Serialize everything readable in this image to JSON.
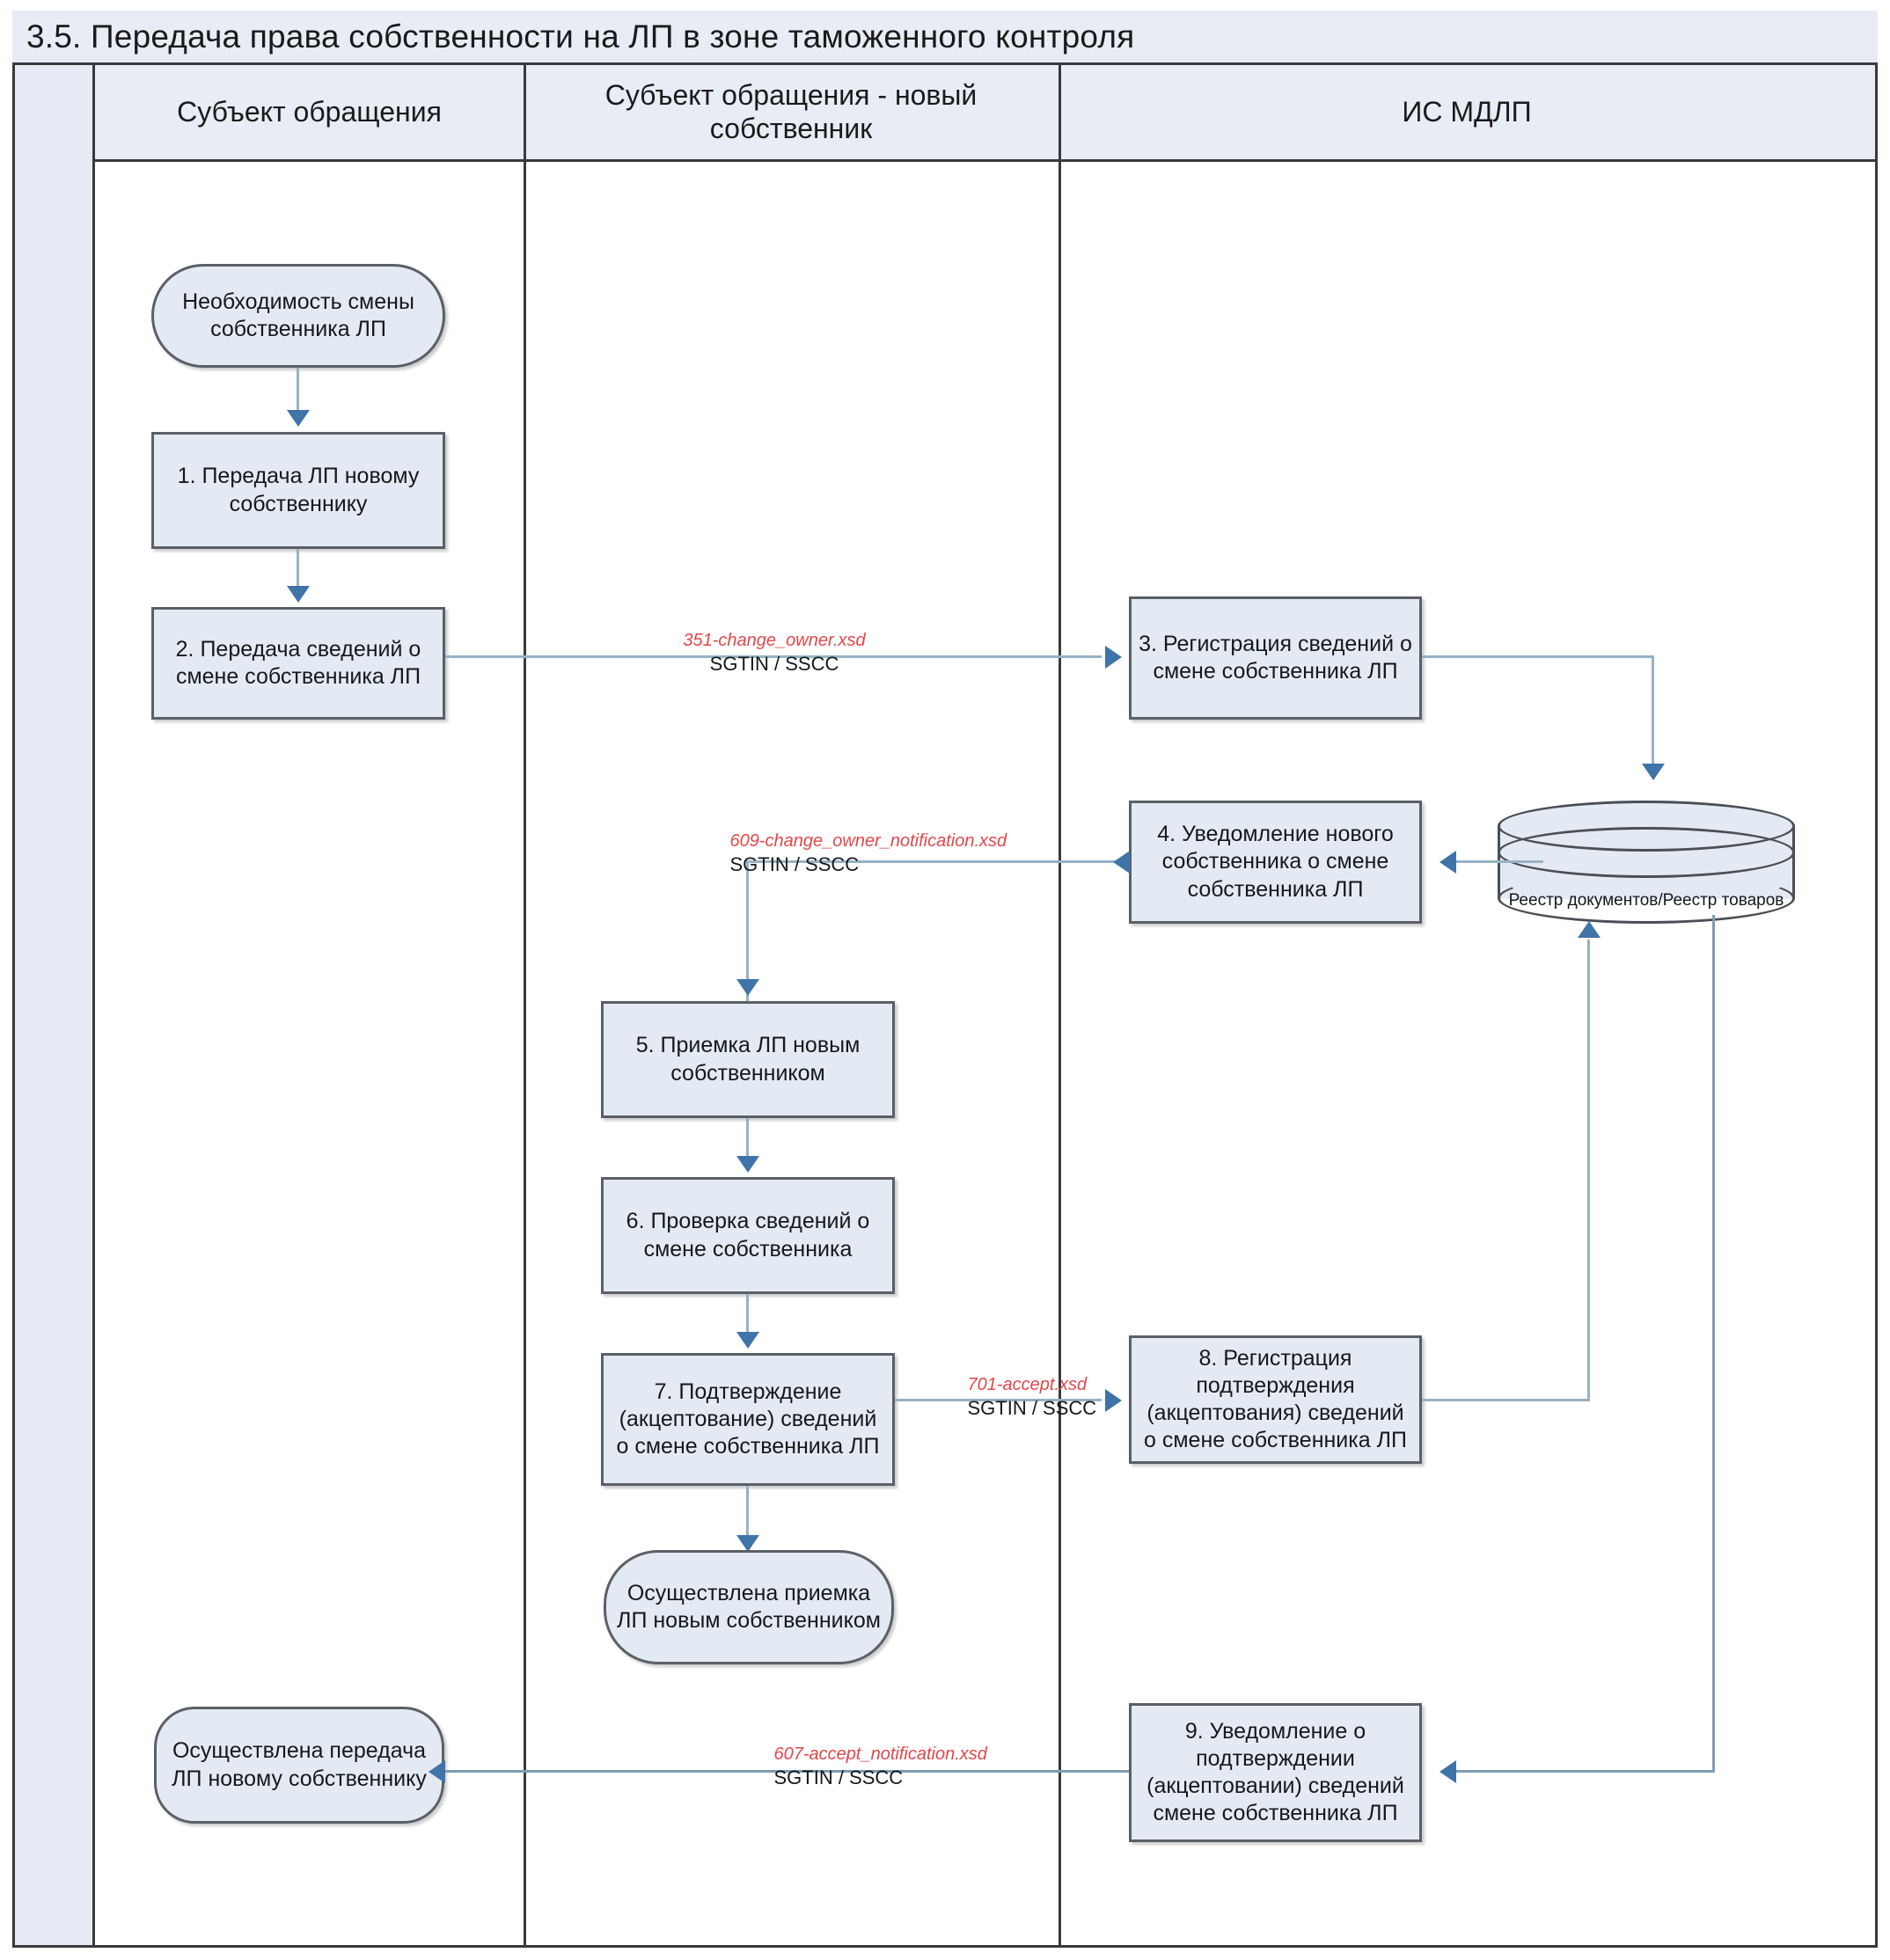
{
  "pool": {
    "title": "3.5. Передача права собственности на ЛП в зоне таможенного контроля"
  },
  "lanes": [
    {
      "id": "lane-subject",
      "label": "Субъект обращения"
    },
    {
      "id": "lane-new-owner",
      "label": "Субъект обращения - новый собственник"
    },
    {
      "id": "lane-is-mdlp",
      "label": "ИС МДЛП"
    }
  ],
  "nodes": {
    "start": "Необходимость смены собственника ЛП",
    "step1": "1. Передача ЛП новому собственнику",
    "step2": "2. Передача сведений о смене собственника ЛП",
    "step3": "3. Регистрация сведений о смене собственника ЛП",
    "step4": "4. Уведомление нового собственника о смене собственника ЛП",
    "step5": "5. Приемка ЛП новым собственником",
    "step6": "6. Проверка сведений о смене собственника",
    "step7": "7. Подтверждение (акцептование) сведений о смене собственника ЛП",
    "step8": "8. Регистрация подтверждения (акцептования) сведений о смене собственника ЛП",
    "step9": "9. Уведомление о подтверждении (акцептовании) сведений смене собственника ЛП",
    "end_receipt": "Осуществлена приемка ЛП новым собственником",
    "end_transfer": "Осуществлена передача ЛП новому собственнику",
    "database": "Реестр документов/Реестр товаров"
  },
  "flows": [
    {
      "id": "flow-351",
      "xsd": "351-change_owner.xsd",
      "ident": "SGTIN / SSCC"
    },
    {
      "id": "flow-609",
      "xsd": "609-change_owner_notification.xsd",
      "ident": "SGTIN / SSCC"
    },
    {
      "id": "flow-701",
      "xsd": "701-accept.xsd",
      "ident": "SGTIN / SSCC"
    },
    {
      "id": "flow-607",
      "xsd": "607-accept_notification.xsd",
      "ident": "SGTIN / SSCC"
    }
  ],
  "colors": {
    "node_fill": "#e4eaf3",
    "node_border": "#5b5f66",
    "lane_header_fill": "#e8ecf4",
    "pool_border": "#3a3a3a",
    "connector": "#97b2c4",
    "arrowhead": "#3f74a8",
    "xsd_label": "#e2474a"
  }
}
